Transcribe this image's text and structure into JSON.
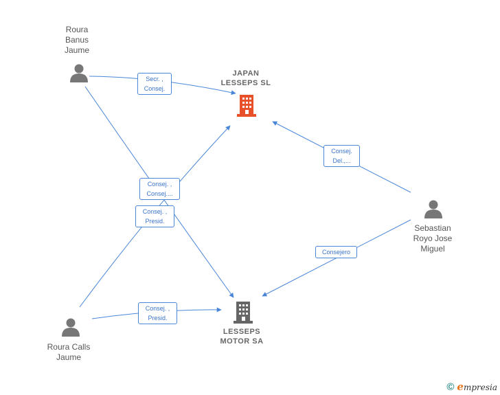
{
  "nodes": {
    "roura_banus": {
      "label": "Roura\nBanus\nJaume",
      "icon": "person-icon"
    },
    "japan_lesseps": {
      "label": "JAPAN\nLESSEPS  SL",
      "icon": "building-icon",
      "color": "#e8502a"
    },
    "sebastian": {
      "label": "Sebastian\nRoyo Jose\nMiguel",
      "icon": "person-icon"
    },
    "lesseps_motor": {
      "label": "LESSEPS\nMOTOR SA",
      "icon": "building-icon",
      "color": "#666666"
    },
    "roura_calls": {
      "label": "Roura Calls\nJaume",
      "icon": "person-icon"
    }
  },
  "edges": [
    {
      "id": "e1",
      "label": "Secr. ,\nConsej."
    },
    {
      "id": "e2",
      "label": "Consej.\nDel.,..."
    },
    {
      "id": "e3",
      "label": "Consej. ,\nConsej...."
    },
    {
      "id": "e4",
      "label": "Consej. ,\nPresid."
    },
    {
      "id": "e5",
      "label": "Consejero"
    },
    {
      "id": "e6",
      "label": "Consej. ,\nPresid."
    }
  ],
  "colors": {
    "edge": "#4a86d8",
    "person": "#777777"
  },
  "footer": {
    "copyright": "©",
    "brand_initial": "e",
    "brand_rest": "mpresia"
  }
}
